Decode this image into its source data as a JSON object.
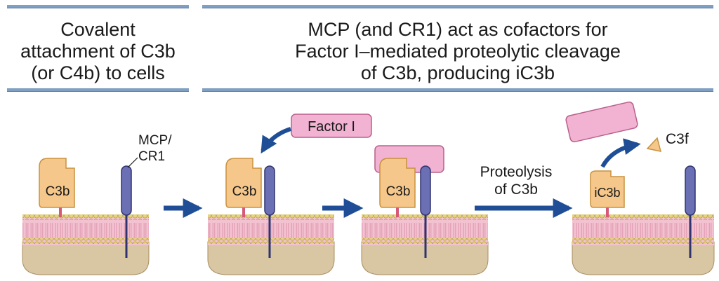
{
  "headers": {
    "left": [
      "Covalent",
      "attachment of C3b",
      "(or C4b) to cells"
    ],
    "right": [
      "MCP (and CR1) act as cofactors for",
      "Factor I–mediated proteolytic cleavage",
      "of C3b, producing iC3b"
    ]
  },
  "labels": {
    "mcp": [
      "MCP/",
      "CR1"
    ],
    "c3b": "C3b",
    "factor_i": "Factor I",
    "proteolysis": [
      "Proteolysis",
      "of C3b"
    ],
    "ic3b": "iC3b",
    "c3f": "C3f"
  },
  "colors": {
    "header_rule": "#7f9fc3",
    "c3b_fill": "#f6c78a",
    "c3b_stroke": "#c8923e",
    "receptor_fill": "#6b6fb4",
    "receptor_stroke": "#2f3470",
    "factor_i_fill": "#f2b2d2",
    "factor_i_stroke": "#b9608c",
    "arrow": "#1f4e96",
    "membrane_pink": "#f3c2d0",
    "lipid_head": "#e7d37a",
    "cell_body": "#d9c6a2"
  }
}
